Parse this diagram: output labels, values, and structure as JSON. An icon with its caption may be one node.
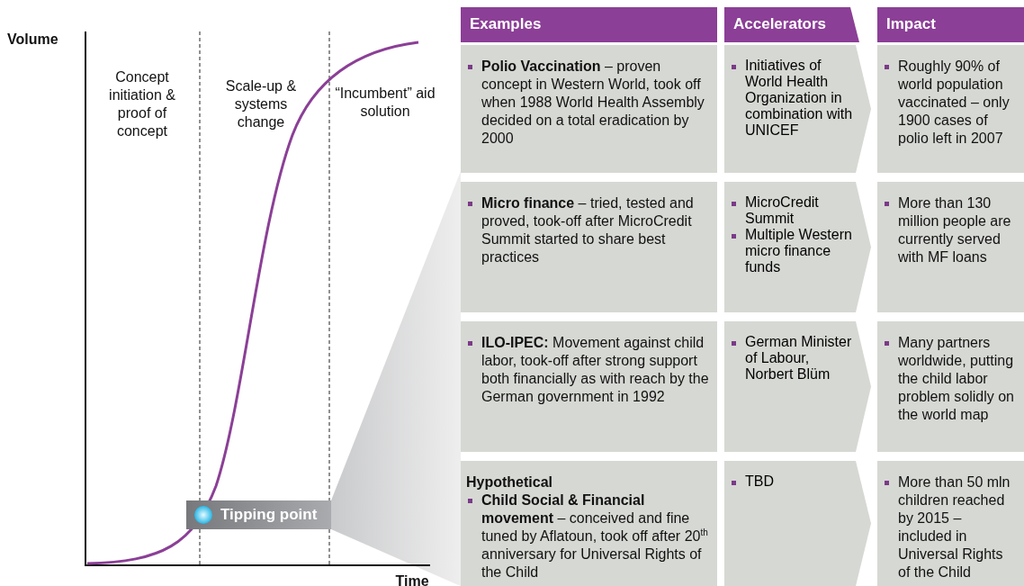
{
  "diagram": {
    "nodes": [
      {
        "text": [
          "Examples"
        ]
      },
      {
        "text": [
          "Accelerators"
        ]
      },
      {
        "text": [
          "Impact"
        ]
      },
      {
        "text": [
          "**Polio Vaccination** – proven concept in Western World, took off when 1988 World Health Assembly decided on a total eradication by 2000"
        ]
      },
      {
        "text": [
          "Initiatives of World Health Organization in combination with UNICEF"
        ]
      },
      {
        "text": [
          "Roughly 90% of world population vaccinated – only 1900 cases of polio left in 2007"
        ]
      },
      {
        "text": [
          "**Micro finance** – tried, tested and proved, took-off after MicroCredit Summit started to share best practices"
        ]
      },
      {
        "text": [
          "MicroCredit Summit",
          "Multiple Western micro finance funds"
        ]
      },
      {
        "text": [
          "More than 130 million people are currently served with MF loans"
        ]
      },
      {
        "text": [
          "**ILO-IPEC:** Movement against child labor, took-off after strong support both financially as with reach by the German government in 1992"
        ]
      },
      {
        "text": [
          "German Minister of Labour, Norbert Blüm"
        ]
      },
      {
        "text": [
          "Many partners worldwide, putting the child labor problem solidly on the world map"
        ]
      },
      {
        "text": [
          "Hypothetical",
          "**Child Social & Financial movement** – conceived and fine tuned by Aflatoun, took off after 20$^{th}$ anniversary for Universal Rights of the Child"
        ]
      },
      {
        "text": [
          "TBD"
        ]
      },
      {
        "text": [
          "More than 50 mln children reached by 2015 – included in Universal Rights of the Child"
        ]
      },
      {
        "text": [
          "Tipping point"
        ]
      }
    ],
    "labels": [
      "Volume",
      "Concept initiation & proof of concept",
      "Scale-up & systems change",
      "“Incumbent” aid solution",
      "Time"
    ]
  }
}
